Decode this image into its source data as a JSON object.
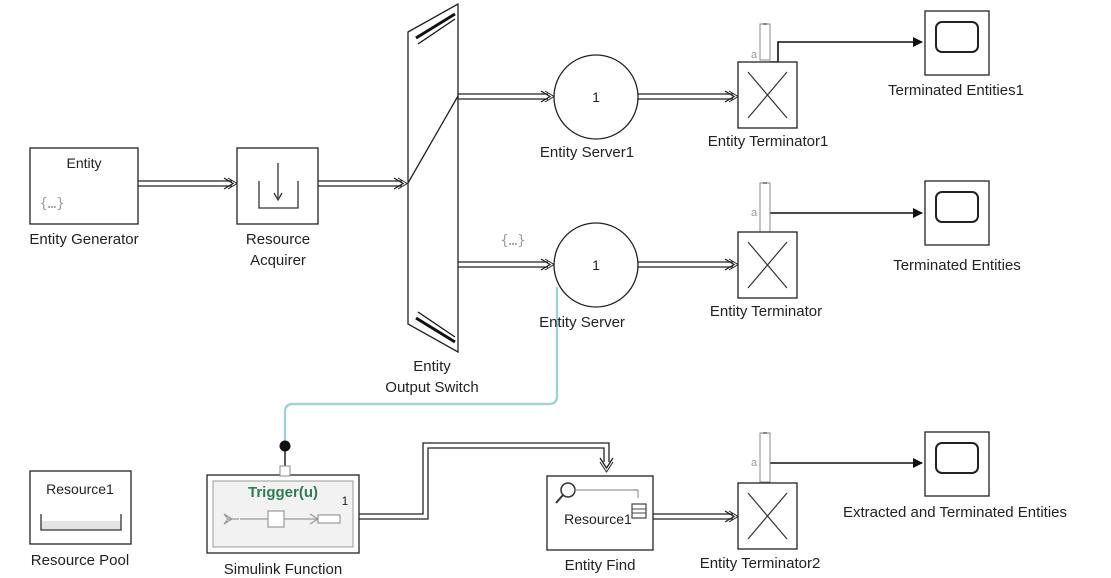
{
  "blocks": {
    "entity_generator": {
      "title": "Entity",
      "icon_text": "{…}",
      "label": "Entity Generator"
    },
    "resource_acquirer": {
      "label_line1": "Resource",
      "label_line2": "Acquirer"
    },
    "output_switch": {
      "label_line1": "Entity",
      "label_line2": "Output Switch"
    },
    "entity_server1": {
      "capacity": "1",
      "label": "Entity Server1"
    },
    "entity_server": {
      "capacity": "1",
      "label": "Entity Server",
      "event_icon": "{…}"
    },
    "entity_terminator1": {
      "port": "a",
      "label": "Entity Terminator1"
    },
    "entity_terminator": {
      "port": "a",
      "label": "Entity Terminator"
    },
    "entity_terminator2": {
      "port": "a",
      "label": "Entity Terminator2"
    },
    "scope1": {
      "label": "Terminated Entities1"
    },
    "scope": {
      "label": "Terminated Entities"
    },
    "scope2": {
      "label": "Extracted and Terminated Entities"
    },
    "resource_pool": {
      "title": "Resource1",
      "label": "Resource Pool"
    },
    "simulink_function": {
      "prototype": "Trigger(u)",
      "port": "1",
      "label": "Simulink Function"
    },
    "entity_find": {
      "resource": "Resource1",
      "label": "Entity Find"
    }
  },
  "colors": {
    "trigger_line": "#9fd3d8",
    "prototype_text": "#2e7d55",
    "function_fill": "#f2f2f2"
  }
}
